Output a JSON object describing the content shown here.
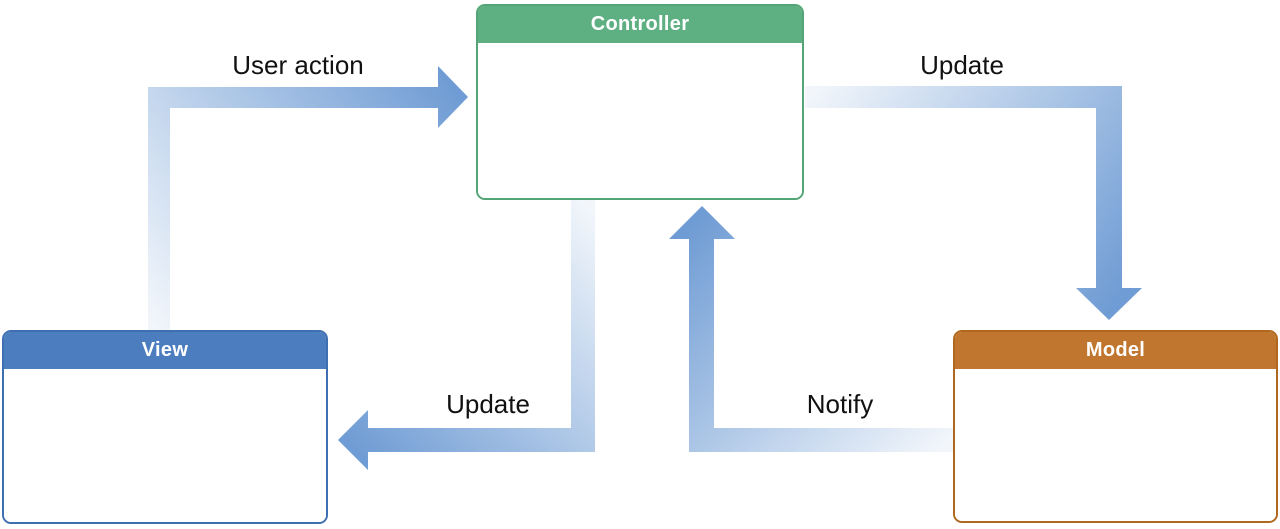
{
  "diagram": {
    "boxes": [
      {
        "id": "controller",
        "label": "Controller",
        "header_color": "#5eb083",
        "border_color": "#53a477"
      },
      {
        "id": "view",
        "label": "View",
        "header_color": "#4b7dbf",
        "border_color": "#3e70b1"
      },
      {
        "id": "model",
        "label": "Model",
        "header_color": "#c1762f",
        "border_color": "#b0681f"
      }
    ],
    "arrows": [
      {
        "id": "user-action",
        "label": "User action",
        "from": "View",
        "to": "Controller"
      },
      {
        "id": "update-model",
        "label": "Update",
        "from": "Controller",
        "to": "Model"
      },
      {
        "id": "update-view",
        "label": "Update",
        "from": "Controller",
        "to": "View"
      },
      {
        "id": "notify",
        "label": "Notify",
        "from": "Model",
        "to": "Controller"
      }
    ],
    "arrow_gradient": {
      "start": "#f2f6fb",
      "end": "#6f9cd4"
    },
    "label_color": "#111111",
    "background_color": "#ffffff"
  }
}
